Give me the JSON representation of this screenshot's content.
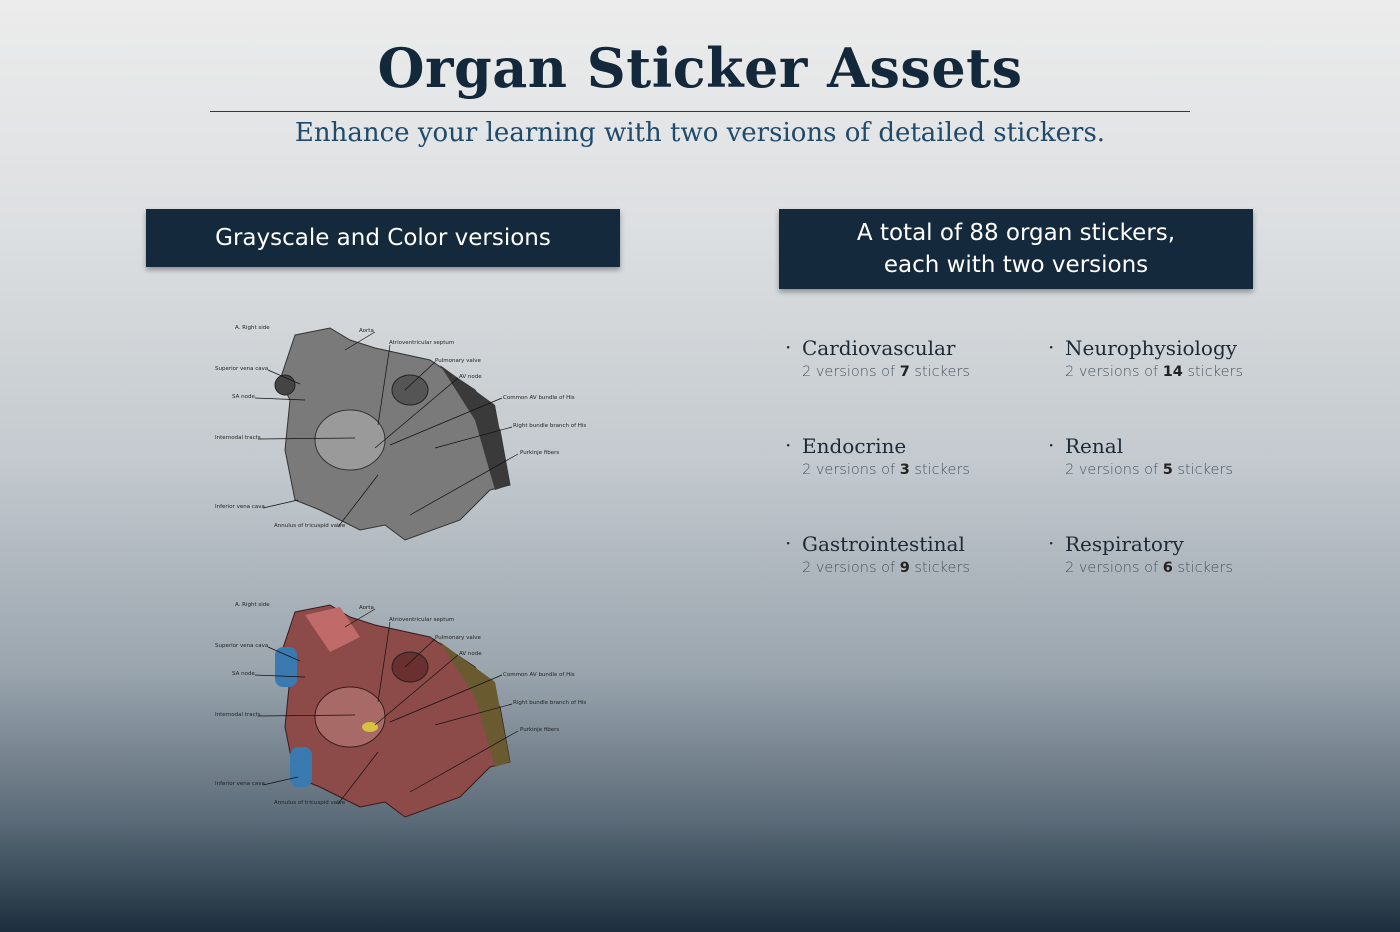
{
  "header": {
    "title": "Organ Sticker Assets",
    "subtitle": "Enhance your learning with two versions of detailed stickers."
  },
  "left_banner": "Grayscale and Color versions",
  "right_banner": {
    "line1": "A total of 88 organ stickers,",
    "line2": "each with two versions"
  },
  "heart_labels": {
    "side": "A. Right side",
    "aorta": "Aorta",
    "av_septum": "Atrioventricular septum",
    "pulmonary": "Pulmonary valve",
    "av_node": "AV node",
    "common_av": "Common AV bundle of His",
    "right_bundle": "Right bundle branch of His",
    "purkinje": "Purkinje fibers",
    "svc": "Superior vena cava",
    "sa_node": "SA node",
    "internodal": "Internodal tracts",
    "ivc": "Inferior vena cava",
    "annulus": "Annulus of tricuspid valve"
  },
  "colors": {
    "banner": "#142a3c",
    "title": "#13283a",
    "subtitle": "#1f4a6a"
  },
  "categories": [
    {
      "name": "Cardiovascular",
      "prefix": "2 versions of",
      "count": "7",
      "suffix": "stickers"
    },
    {
      "name": "Neurophysiology",
      "prefix": "2 versions of",
      "count": "14",
      "suffix": "stickers"
    },
    {
      "name": "Endocrine",
      "prefix": "2 versions of",
      "count": "3",
      "suffix": "stickers"
    },
    {
      "name": "Renal",
      "prefix": "2 versions of",
      "count": "5",
      "suffix": "stickers"
    },
    {
      "name": "Gastrointestinal",
      "prefix": "2 versions of",
      "count": "9",
      "suffix": "stickers"
    },
    {
      "name": "Respiratory",
      "prefix": "2 versions of",
      "count": "6",
      "suffix": "stickers"
    }
  ]
}
